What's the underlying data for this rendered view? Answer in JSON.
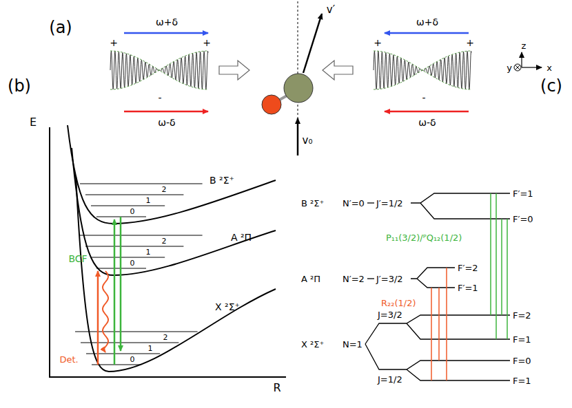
{
  "diagram": {
    "labels": [
      "(a)",
      "ω+δ",
      "+",
      "+",
      "-",
      "ω-δ",
      "ω+δ",
      "+",
      "+",
      "-",
      "ω-δ",
      "v′",
      "v₀",
      "z",
      "y",
      "x",
      "(b)",
      "E",
      "B ²Σ⁺",
      "A ²Π",
      "X ²Σ⁺",
      "R",
      "BCF",
      "Det.",
      "2",
      "1",
      "0",
      "2",
      "1",
      "0",
      "2",
      "1",
      "0",
      "(c)",
      "B ²Σ⁺",
      "N′=0",
      "J′=1/2",
      "F′=1",
      "F′=0",
      "P₁₁(3/2)/ᴾQ₁₂(1/2)",
      "A ²Π",
      "N′=2",
      "J′=3/2",
      "F′=2",
      "F′=1",
      "R₂₂(1/2)",
      "X ²Σ⁺",
      "N=1",
      "J=3/2",
      "J=1/2",
      "F=2",
      "F=1",
      "F=0",
      "F=1"
    ]
  }
}
